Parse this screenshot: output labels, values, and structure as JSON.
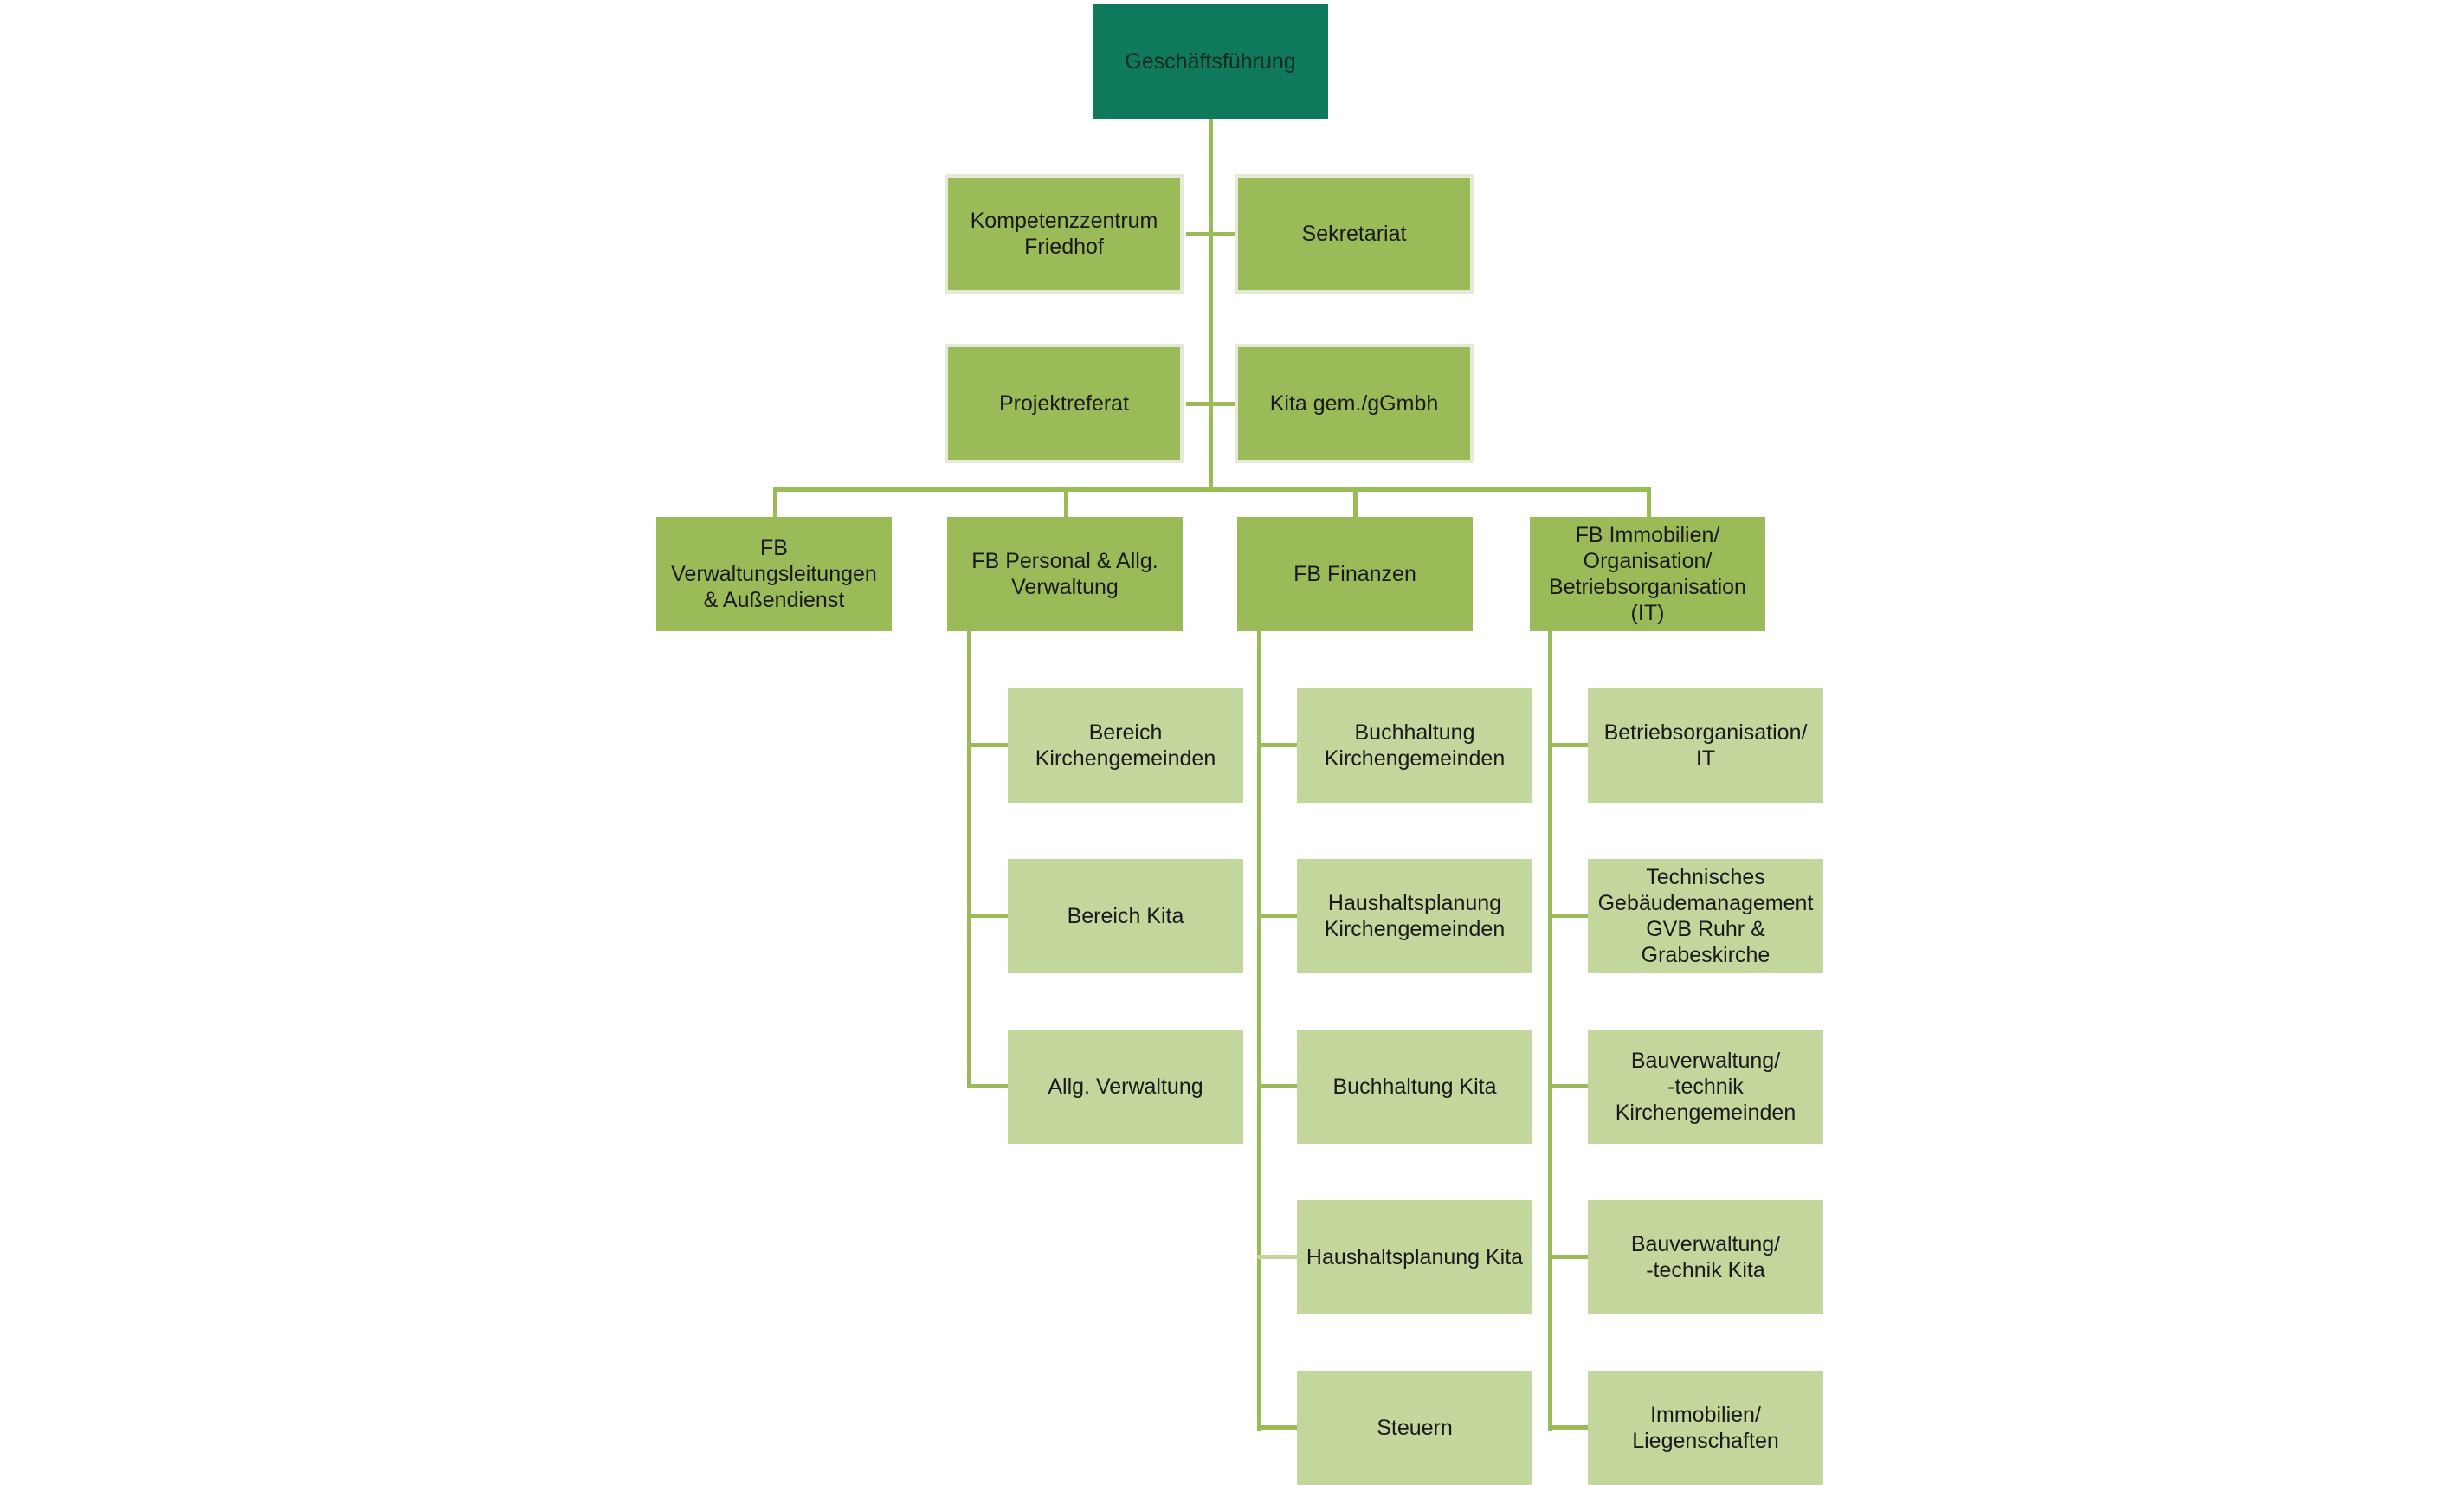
{
  "top": {
    "label": "Geschäftsführung"
  },
  "staff": [
    {
      "label": "Kompetenzzentrum\nFriedhof"
    },
    {
      "label": "Sekretariat"
    },
    {
      "label": "Projektreferat"
    },
    {
      "label": "Kita gem./gGmbh"
    }
  ],
  "departments": [
    {
      "label": "FB\nVerwaltungsleitungen\n& Außendienst",
      "children": []
    },
    {
      "label": "FB Personal & Allg.\nVerwaltung",
      "children": [
        {
          "label": "Bereich\nKirchengemeinden"
        },
        {
          "label": "Bereich Kita"
        },
        {
          "label": "Allg. Verwaltung"
        }
      ]
    },
    {
      "label": "FB Finanzen",
      "children": [
        {
          "label": "Buchhaltung\nKirchengemeinden"
        },
        {
          "label": "Haushaltsplanung\nKirchengemeinden"
        },
        {
          "label": "Buchhaltung Kita"
        },
        {
          "label": "Haushaltsplanung Kita"
        },
        {
          "label": "Steuern"
        }
      ]
    },
    {
      "label": "FB Immobilien/\nOrganisation/\nBetriebsorganisation\n(IT)",
      "children": [
        {
          "label": "Betriebsorganisation/\nIT"
        },
        {
          "label": "Technisches\nGebäudemanagement\nGVB Ruhr &\nGrabeskirche"
        },
        {
          "label": "Bauverwaltung/\n-technik\nKirchengemeinden"
        },
        {
          "label": "Bauverwaltung/\n-technik Kita"
        },
        {
          "label": "Immobilien/\nLiegenschaften"
        }
      ]
    }
  ],
  "colors": {
    "top": "#0f7a5b",
    "department": "#9bbb59",
    "sub": "#c3d69b",
    "connector": "#9bbb59"
  }
}
